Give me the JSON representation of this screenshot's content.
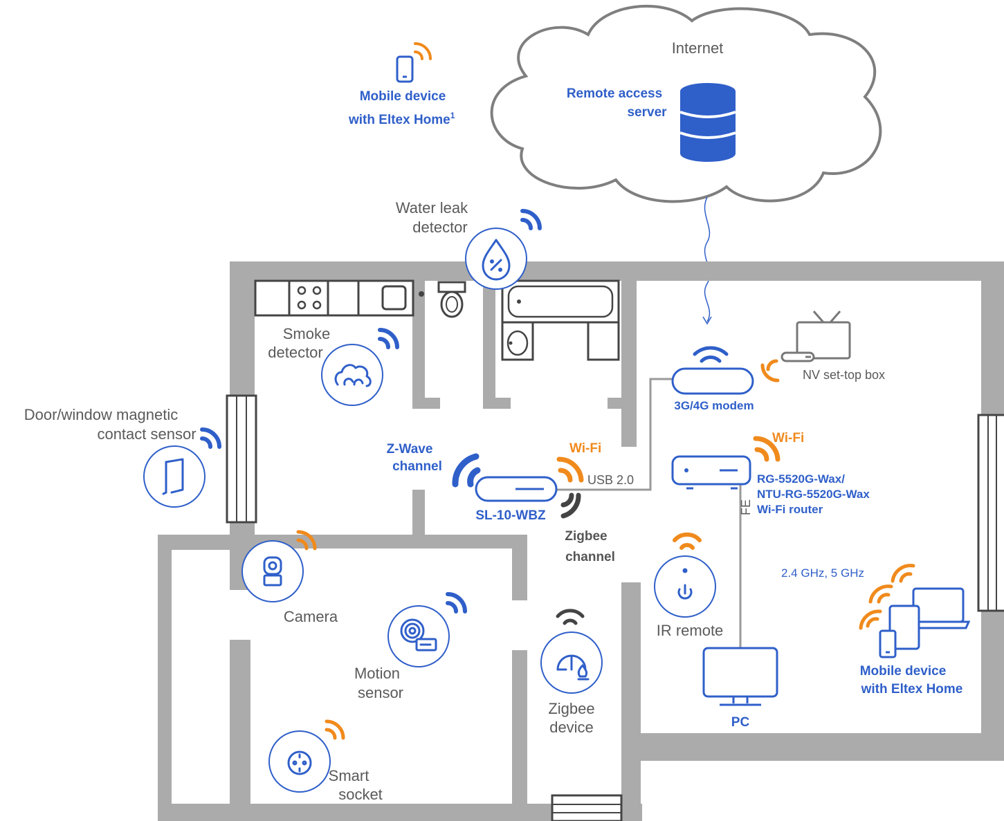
{
  "cloud": {
    "title": "Internet",
    "server_label_1": "Remote access",
    "server_label_2": "server"
  },
  "mobile_top": {
    "line1": "Mobile device",
    "line2": "with Eltex Home",
    "sup": "1"
  },
  "labels": {
    "water_leak_1": "Water leak",
    "water_leak_2": "detector",
    "smoke_1": "Smoke",
    "smoke_2": "detector",
    "door_1": "Door/window magnetic",
    "door_2": "contact sensor",
    "camera": "Camera",
    "motion_1": "Motion",
    "motion_2": "sensor",
    "socket_1": "Smart",
    "socket_2": "socket",
    "zigbee_dev_1": "Zigbee",
    "zigbee_dev_2": "device",
    "ir_remote": "IR remote",
    "stb": "NV set-top box",
    "usb": "USB 2.0",
    "fe": "FE",
    "freq": "2.4 GHz, 5 GHz"
  },
  "devices": {
    "modem": "3G/4G modem",
    "zwave_1": "Z-Wave",
    "zwave_2": "channel",
    "wifi_left": "Wi-Fi",
    "wifi_right": "Wi-Fi",
    "sl": "SL-10-WBZ",
    "zigbee_ch_1": "Zigbee",
    "zigbee_ch_2": "channel",
    "router_1": "RG-5520G-Wax/",
    "router_2": "NTU-RG-5520G-Wax",
    "router_3": "Wi-Fi router",
    "pc": "PC",
    "mobile_right_1": "Mobile device",
    "mobile_right_2": "with Eltex Home"
  },
  "colors": {
    "blue": "#2f5fc9",
    "orange": "#f08a1c",
    "wall": "#ababab",
    "dark": "#444444"
  }
}
